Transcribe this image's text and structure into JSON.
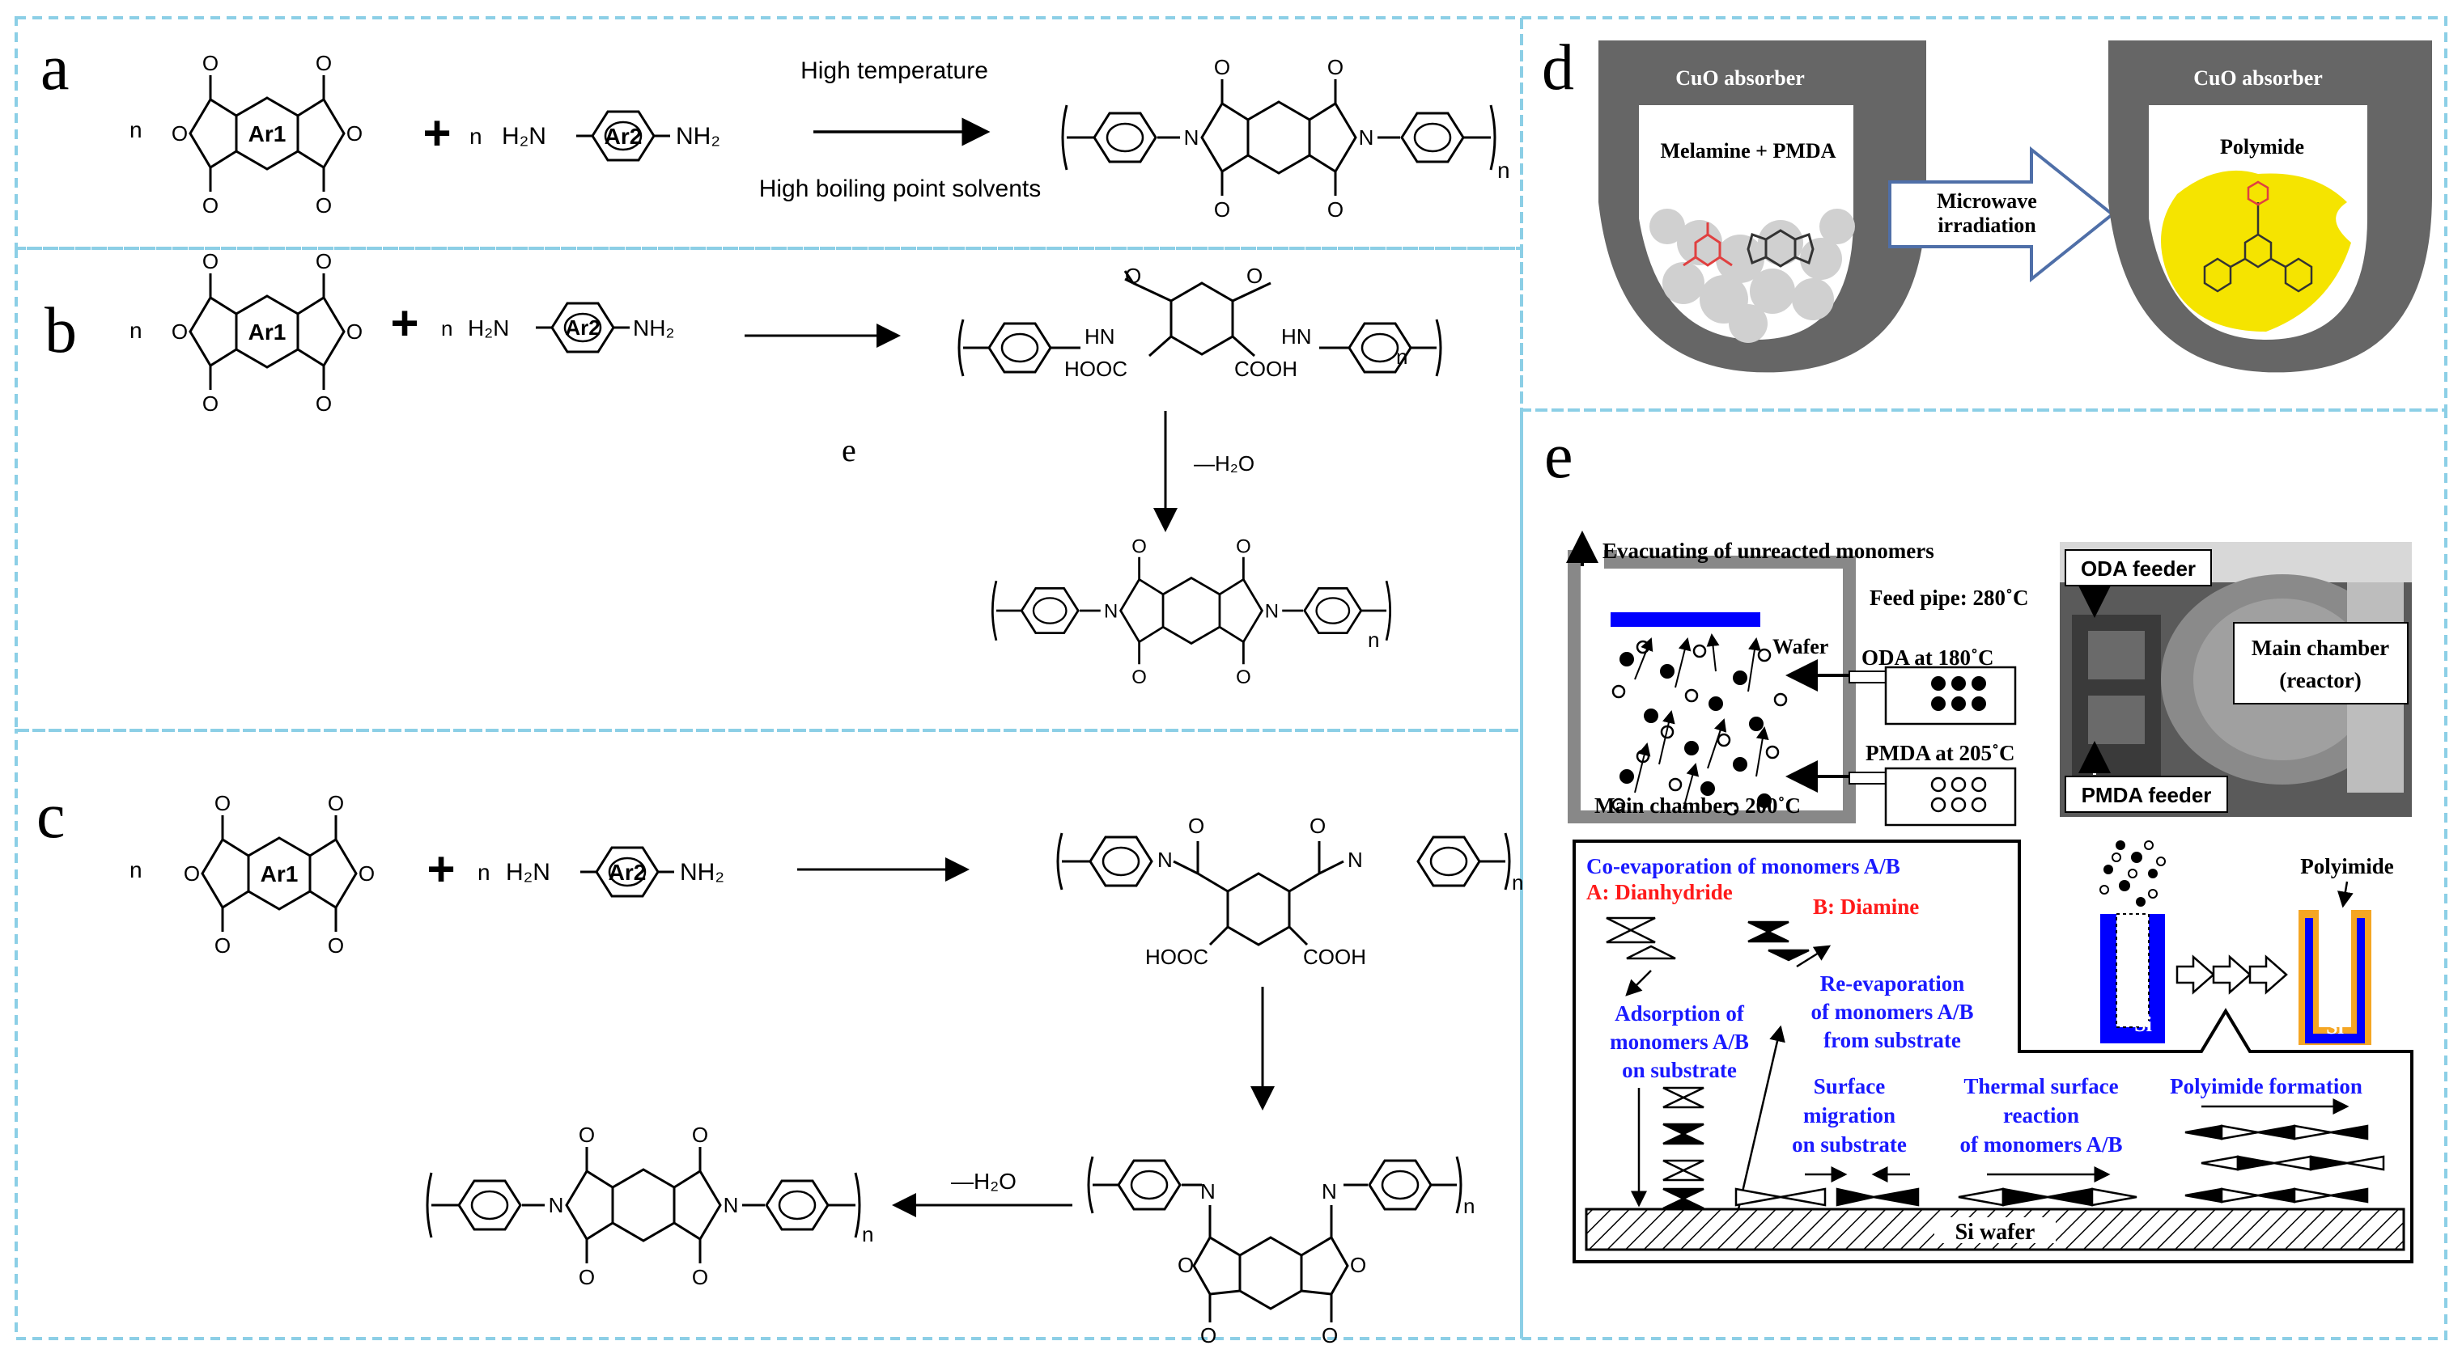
{
  "panels": {
    "a": {
      "label": "a",
      "n": "n",
      "ar1": "Ar1",
      "ar2": "Ar2",
      "h2n": "H₂N",
      "nh2": "NH₂",
      "condition_top": "High temperature",
      "condition_bottom": "High boiling point solvents",
      "plus": "+",
      "subscript_n": "n"
    },
    "b": {
      "label": "b",
      "n": "n",
      "ar1": "Ar1",
      "ar2": "Ar2",
      "h2n": "H₂N",
      "nh2": "NH₂",
      "plus": "+",
      "hn_left": "HN",
      "hn_right": "HN",
      "hooc": "HOOC",
      "cooh": "COOH",
      "minus_h2o": "—H₂O",
      "e_mark": "e",
      "subscript_n": "n"
    },
    "c": {
      "label": "c",
      "n": "n",
      "ar1": "Ar1",
      "ar2": "Ar2",
      "h2n": "H₂N",
      "nh2": "NH₂",
      "plus": "+",
      "hooc": "HOOC",
      "cooh": "COOH",
      "minus_h2o": "—H₂O",
      "subscript_n": "n"
    },
    "d": {
      "label": "d",
      "absorber_left": "CuO absorber",
      "absorber_right": "CuO absorber",
      "mixture": "Melamine + PMDA",
      "product": "Polymide",
      "process_line1": "Microwave",
      "process_line2": "irradiation"
    },
    "e": {
      "label": "e",
      "evacuating": "Evacuating of unreacted monomers",
      "feed_pipe": "Feed pipe: 280˚C",
      "wafer": "Wafer",
      "oda": "ODA at 180˚C",
      "pmda": "PMDA at 205˚C",
      "main_chamber": "Main chamber: 200˚C",
      "photo_oda_feeder": "ODA feeder",
      "photo_main_chamber_1": "Main chamber",
      "photo_main_chamber_2": "(reactor)",
      "photo_pmda_feeder": "PMDA feeder",
      "coevap": "Co-evaporation of monomers A/B",
      "dianhydride": "A: Dianhydride",
      "diamine": "B: Diamine",
      "reevap_1": "Re-evaporation",
      "reevap_2": "of monomers A/B",
      "reevap_3": "from substrate",
      "adsorption_1": "Adsorption of",
      "adsorption_2": "monomers A/B",
      "adsorption_3": "on substrate",
      "surface_1": "Surface",
      "surface_2": "migration",
      "surface_3": "on substrate",
      "thermal_1": "Thermal surface",
      "thermal_2": "reaction",
      "thermal_3": "of monomers A/B",
      "formation": "Polyimide formation",
      "si_wafer": "Si wafer",
      "trench_polyimide": "Polyimide",
      "si_left": "Si",
      "si_right": "Si"
    }
  },
  "colors": {
    "panel_border": "#8ccfe6",
    "absorber": "#666666",
    "polymer_yellow": "#f5e400",
    "wafer_blue": "#0000ff",
    "polyimide_orange": "#f5a623",
    "label_blue": "#1a1aff",
    "label_red": "#ff1a1a"
  }
}
